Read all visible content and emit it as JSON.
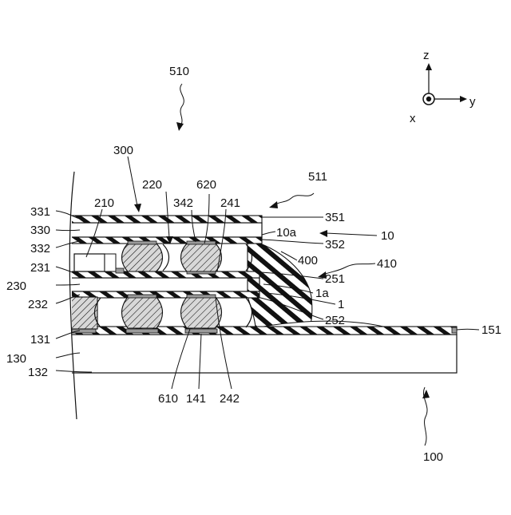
{
  "axes": {
    "z": "z",
    "y": "y",
    "x": "x"
  },
  "labels": {
    "l510": "510",
    "l300": "300",
    "l511": "511",
    "l220": "220",
    "l620": "620",
    "l342": "342",
    "l241": "241",
    "l210": "210",
    "l331": "331",
    "l351": "351",
    "l330": "330",
    "l10a": "10a",
    "l10": "10",
    "l332": "332",
    "l352": "352",
    "l400": "400",
    "l410": "410",
    "l231": "231",
    "l251": "251",
    "l230": "230",
    "l1a": "1a",
    "l232": "232",
    "l1": "1",
    "l252": "252",
    "l131": "131",
    "l151": "151",
    "l130": "130",
    "l132": "132",
    "l610": "610",
    "l141": "141",
    "l242": "242",
    "l100": "100"
  },
  "colors": {
    "ink": "#111111",
    "pad": "#9a9a9a",
    "hatch": "#111111"
  }
}
